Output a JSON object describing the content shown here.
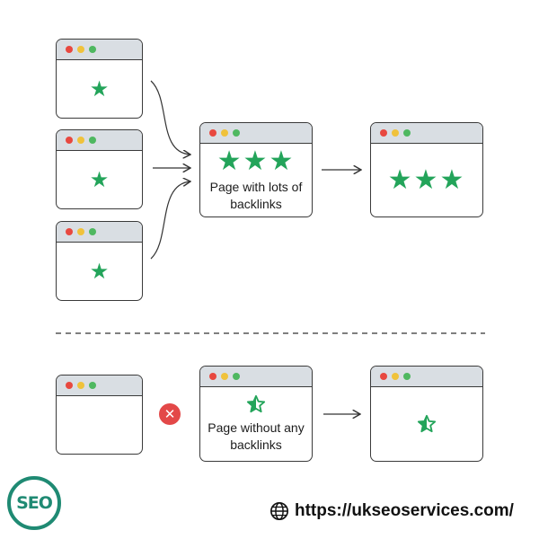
{
  "top_section": {
    "source_pages": [
      {
        "stars": "★"
      },
      {
        "stars": "★"
      },
      {
        "stars": "★"
      }
    ],
    "center_page": {
      "stars": "★★★",
      "caption": "Page with lots of backlinks"
    },
    "result_page": {
      "stars": "★★★"
    }
  },
  "bottom_section": {
    "empty_page": {},
    "no_link_icon": "cross-icon",
    "center_page": {
      "star_icon": "half-star-icon",
      "caption": "Page without any backlinks"
    },
    "result_page": {
      "star_icon": "half-star-icon"
    }
  },
  "footer": {
    "logo_text": "SEO",
    "url": "https://ukseoservices.com/"
  },
  "colors": {
    "star": "#23a45a",
    "window_bar": "#d9dee3",
    "cross": "#e34848",
    "logo": "#1f8a73"
  }
}
